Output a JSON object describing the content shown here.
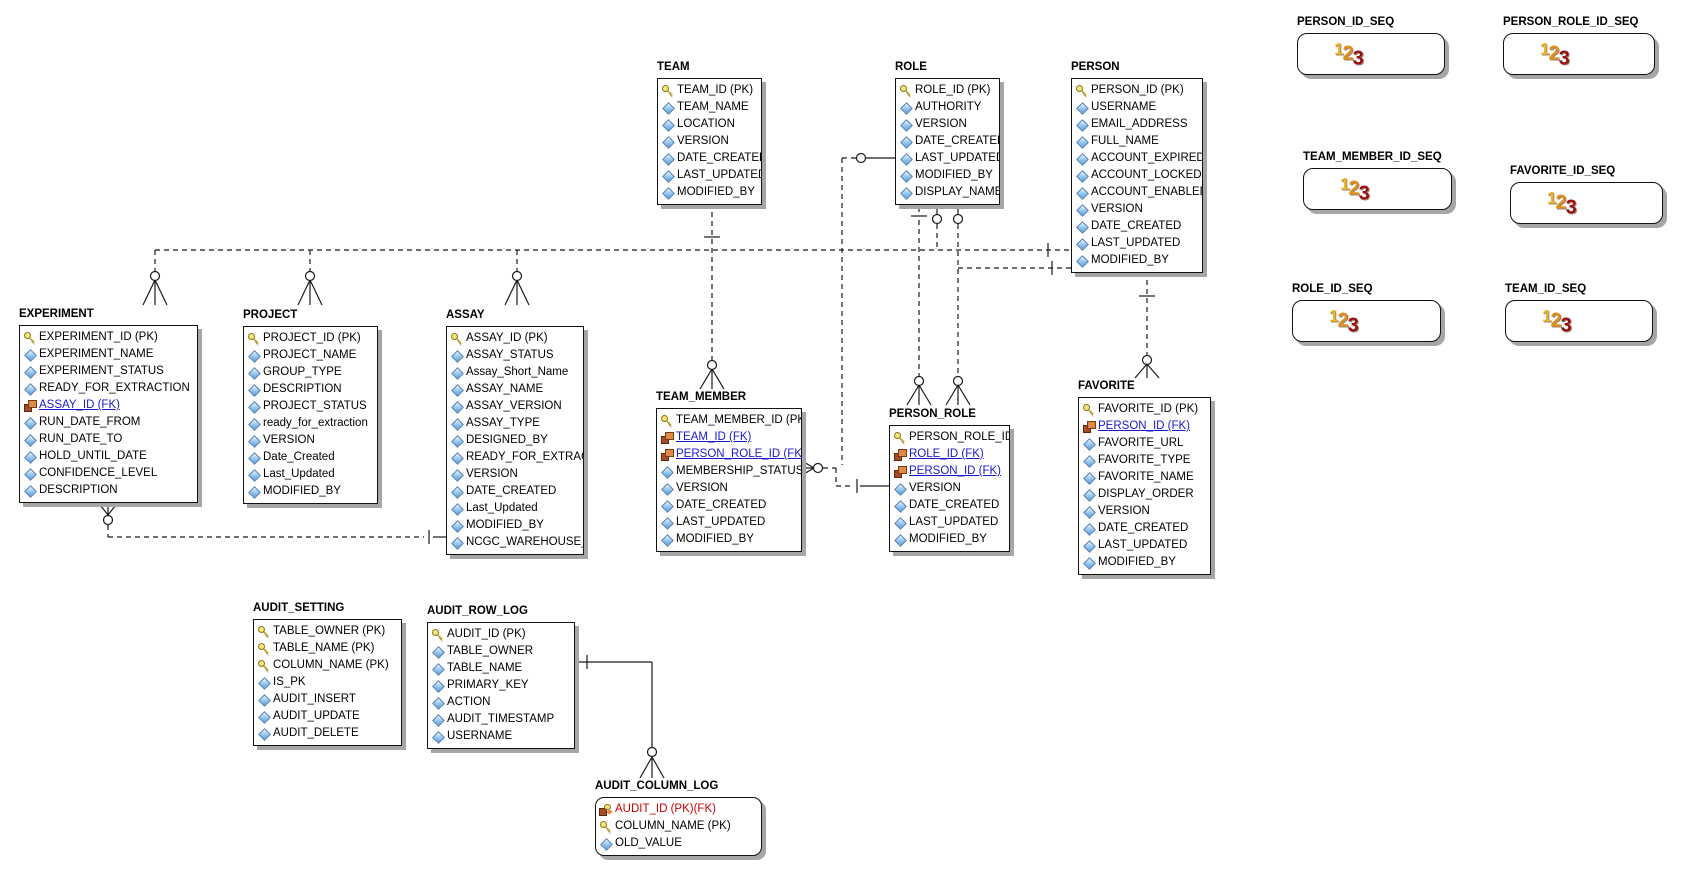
{
  "diagram": {
    "entities": [
      {
        "name": "TEAM",
        "columns": [
          {
            "label": "TEAM_ID (PK)",
            "icon": "key"
          },
          {
            "label": "TEAM_NAME",
            "icon": "diamond"
          },
          {
            "label": "LOCATION",
            "icon": "diamond"
          },
          {
            "label": "VERSION",
            "icon": "diamond"
          },
          {
            "label": "DATE_CREATED",
            "icon": "diamond"
          },
          {
            "label": "LAST_UPDATED",
            "icon": "diamond"
          },
          {
            "label": "MODIFIED_BY",
            "icon": "diamond"
          }
        ]
      },
      {
        "name": "ROLE",
        "columns": [
          {
            "label": "ROLE_ID (PK)",
            "icon": "key"
          },
          {
            "label": "AUTHORITY",
            "icon": "diamond"
          },
          {
            "label": "VERSION",
            "icon": "diamond"
          },
          {
            "label": "DATE_CREATED",
            "icon": "diamond"
          },
          {
            "label": "LAST_UPDATED",
            "icon": "diamond"
          },
          {
            "label": "MODIFIED_BY",
            "icon": "diamond"
          },
          {
            "label": "DISPLAY_NAME",
            "icon": "diamond"
          }
        ]
      },
      {
        "name": "PERSON",
        "columns": [
          {
            "label": "PERSON_ID (PK)",
            "icon": "key"
          },
          {
            "label": "USERNAME",
            "icon": "diamond"
          },
          {
            "label": "EMAIL_ADDRESS",
            "icon": "diamond"
          },
          {
            "label": "FULL_NAME",
            "icon": "diamond"
          },
          {
            "label": "ACCOUNT_EXPIRED",
            "icon": "diamond"
          },
          {
            "label": "ACCOUNT_LOCKED",
            "icon": "diamond"
          },
          {
            "label": "ACCOUNT_ENABLED",
            "icon": "diamond"
          },
          {
            "label": "VERSION",
            "icon": "diamond"
          },
          {
            "label": "DATE_CREATED",
            "icon": "diamond"
          },
          {
            "label": "LAST_UPDATED",
            "icon": "diamond"
          },
          {
            "label": "MODIFIED_BY",
            "icon": "diamond"
          }
        ]
      },
      {
        "name": "EXPERIMENT",
        "columns": [
          {
            "label": "EXPERIMENT_ID (PK)",
            "icon": "key"
          },
          {
            "label": "EXPERIMENT_NAME",
            "icon": "diamond"
          },
          {
            "label": "EXPERIMENT_STATUS",
            "icon": "diamond"
          },
          {
            "label": "READY_FOR_EXTRACTION",
            "icon": "diamond"
          },
          {
            "label": "ASSAY_ID (FK)",
            "icon": "fk"
          },
          {
            "label": "RUN_DATE_FROM",
            "icon": "diamond"
          },
          {
            "label": "RUN_DATE_TO",
            "icon": "diamond"
          },
          {
            "label": "HOLD_UNTIL_DATE",
            "icon": "diamond"
          },
          {
            "label": "CONFIDENCE_LEVEL",
            "icon": "diamond"
          },
          {
            "label": "DESCRIPTION",
            "icon": "diamond"
          }
        ]
      },
      {
        "name": "PROJECT",
        "columns": [
          {
            "label": "PROJECT_ID (PK)",
            "icon": "key"
          },
          {
            "label": "PROJECT_NAME",
            "icon": "diamond"
          },
          {
            "label": "GROUP_TYPE",
            "icon": "diamond"
          },
          {
            "label": "DESCRIPTION",
            "icon": "diamond"
          },
          {
            "label": "PROJECT_STATUS",
            "icon": "diamond"
          },
          {
            "label": "ready_for_extraction",
            "icon": "diamond"
          },
          {
            "label": "VERSION",
            "icon": "diamond"
          },
          {
            "label": "Date_Created",
            "icon": "diamond"
          },
          {
            "label": "Last_Updated",
            "icon": "diamond"
          },
          {
            "label": "MODIFIED_BY",
            "icon": "diamond"
          }
        ]
      },
      {
        "name": "ASSAY",
        "columns": [
          {
            "label": "ASSAY_ID (PK)",
            "icon": "key"
          },
          {
            "label": "ASSAY_STATUS",
            "icon": "diamond"
          },
          {
            "label": "Assay_Short_Name",
            "icon": "diamond"
          },
          {
            "label": "ASSAY_NAME",
            "icon": "diamond"
          },
          {
            "label": "ASSAY_VERSION",
            "icon": "diamond"
          },
          {
            "label": "ASSAY_TYPE",
            "icon": "diamond"
          },
          {
            "label": "DESIGNED_BY",
            "icon": "diamond"
          },
          {
            "label": "READY_FOR_EXTRACTION",
            "icon": "diamond"
          },
          {
            "label": "VERSION",
            "icon": "diamond"
          },
          {
            "label": "DATE_CREATED",
            "icon": "diamond"
          },
          {
            "label": "Last_Updated",
            "icon": "diamond"
          },
          {
            "label": "MODIFIED_BY",
            "icon": "diamond"
          },
          {
            "label": "NCGC_WAREHOUSE_ID",
            "icon": "diamond"
          }
        ]
      },
      {
        "name": "TEAM_MEMBER",
        "columns": [
          {
            "label": "TEAM_MEMBER_ID (PK)",
            "icon": "key"
          },
          {
            "label": "TEAM_ID (FK)",
            "icon": "fk"
          },
          {
            "label": "PERSON_ROLE_ID (FK)",
            "icon": "fk"
          },
          {
            "label": "MEMBERSHIP_STATUS",
            "icon": "diamond"
          },
          {
            "label": "VERSION",
            "icon": "diamond"
          },
          {
            "label": "DATE_CREATED",
            "icon": "diamond"
          },
          {
            "label": "LAST_UPDATED",
            "icon": "diamond"
          },
          {
            "label": "MODIFIED_BY",
            "icon": "diamond"
          }
        ]
      },
      {
        "name": "PERSON_ROLE",
        "columns": [
          {
            "label": "PERSON_ROLE_ID (PK)",
            "icon": "key"
          },
          {
            "label": "ROLE_ID (FK)",
            "icon": "fk"
          },
          {
            "label": "PERSON_ID (FK)",
            "icon": "fk"
          },
          {
            "label": "VERSION",
            "icon": "diamond"
          },
          {
            "label": "DATE_CREATED",
            "icon": "diamond"
          },
          {
            "label": "LAST_UPDATED",
            "icon": "diamond"
          },
          {
            "label": "MODIFIED_BY",
            "icon": "diamond"
          }
        ]
      },
      {
        "name": "FAVORITE",
        "columns": [
          {
            "label": "FAVORITE_ID (PK)",
            "icon": "key"
          },
          {
            "label": "PERSON_ID (FK)",
            "icon": "fk"
          },
          {
            "label": "FAVORITE_URL",
            "icon": "diamond"
          },
          {
            "label": "FAVORITE_TYPE",
            "icon": "diamond"
          },
          {
            "label": "FAVORITE_NAME",
            "icon": "diamond"
          },
          {
            "label": "DISPLAY_ORDER",
            "icon": "diamond"
          },
          {
            "label": "VERSION",
            "icon": "diamond"
          },
          {
            "label": "DATE_CREATED",
            "icon": "diamond"
          },
          {
            "label": "LAST_UPDATED",
            "icon": "diamond"
          },
          {
            "label": "MODIFIED_BY",
            "icon": "diamond"
          }
        ]
      },
      {
        "name": "AUDIT_SETTING",
        "columns": [
          {
            "label": "TABLE_OWNER (PK)",
            "icon": "key"
          },
          {
            "label": "TABLE_NAME (PK)",
            "icon": "key"
          },
          {
            "label": "COLUMN_NAME (PK)",
            "icon": "key"
          },
          {
            "label": "IS_PK",
            "icon": "diamond"
          },
          {
            "label": "AUDIT_INSERT",
            "icon": "diamond"
          },
          {
            "label": "AUDIT_UPDATE",
            "icon": "diamond"
          },
          {
            "label": "AUDIT_DELETE",
            "icon": "diamond"
          }
        ]
      },
      {
        "name": "AUDIT_ROW_LOG",
        "columns": [
          {
            "label": "AUDIT_ID (PK)",
            "icon": "key"
          },
          {
            "label": "TABLE_OWNER",
            "icon": "diamond"
          },
          {
            "label": "TABLE_NAME",
            "icon": "diamond"
          },
          {
            "label": "PRIMARY_KEY",
            "icon": "diamond"
          },
          {
            "label": "ACTION",
            "icon": "diamond"
          },
          {
            "label": "AUDIT_TIMESTAMP",
            "icon": "diamond"
          },
          {
            "label": "USERNAME",
            "icon": "diamond"
          }
        ]
      },
      {
        "name": "AUDIT_COLUMN_LOG",
        "columns": [
          {
            "label": "AUDIT_ID (PK)(FK)",
            "icon": "keyfk"
          },
          {
            "label": "COLUMN_NAME (PK)",
            "icon": "key"
          },
          {
            "label": "OLD_VALUE",
            "icon": "diamond"
          }
        ]
      }
    ],
    "sequences": [
      {
        "name": "PERSON_ID_SEQ"
      },
      {
        "name": "PERSON_ROLE_ID_SEQ"
      },
      {
        "name": "TEAM_MEMBER_ID_SEQ"
      },
      {
        "name": "FAVORITE_ID_SEQ"
      },
      {
        "name": "ROLE_ID_SEQ"
      },
      {
        "name": "TEAM_ID_SEQ"
      }
    ],
    "sequence_icon_digits": [
      "1",
      "2",
      "3"
    ],
    "colors": {
      "foreign_key_text": "#1a1acd",
      "primary_foreign_key_text": "#cc0000",
      "line_color": "#1a1a1a",
      "seq_digit_1": "#f0b429",
      "seq_digit_2": "#e38f1b",
      "seq_digit_3": "#9b1111"
    }
  }
}
